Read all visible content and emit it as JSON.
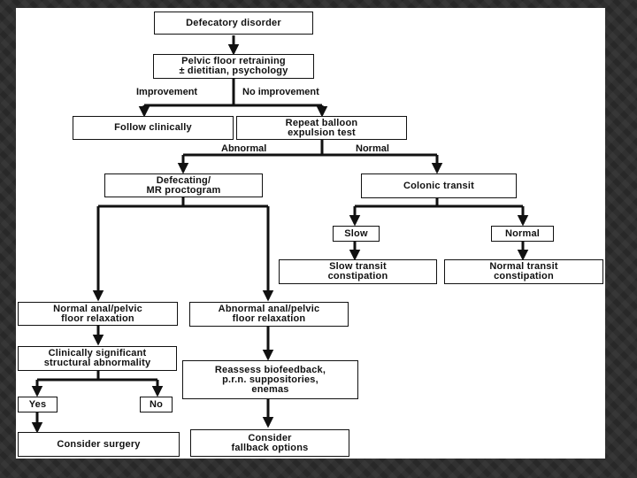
{
  "flowchart": {
    "nodes": {
      "defecatory": "Defecatory disorder",
      "retraining": "Pelvic floor retraining\n± dietitian, psychology",
      "follow": "Follow clinically",
      "balloon": "Repeat balloon\nexpulsion test",
      "proctogram": "Defecating/\nMR proctogram",
      "colonic": "Colonic transit",
      "slow": "Slow",
      "normal": "Normal",
      "slow_constipation": "Slow transit\nconstipation",
      "normal_constipation": "Normal transit\nconstipation",
      "normal_relax": "Normal anal/pelvic\nfloor relaxation",
      "abnormal_relax": "Abnormal anal/pelvic\nfloor relaxation",
      "structural": "Clinically significant\nstructural abnormality",
      "reassess": "Reassess biofeedback,\np.r.n. suppositories,\nenemas",
      "yes": "Yes",
      "no": "No",
      "surgery": "Consider surgery",
      "fallback": "Consider\nfallback options"
    },
    "edge_labels": {
      "improvement": "Improvement",
      "no_improvement": "No improvement",
      "abnormal": "Abnormal",
      "normal": "Normal"
    }
  }
}
